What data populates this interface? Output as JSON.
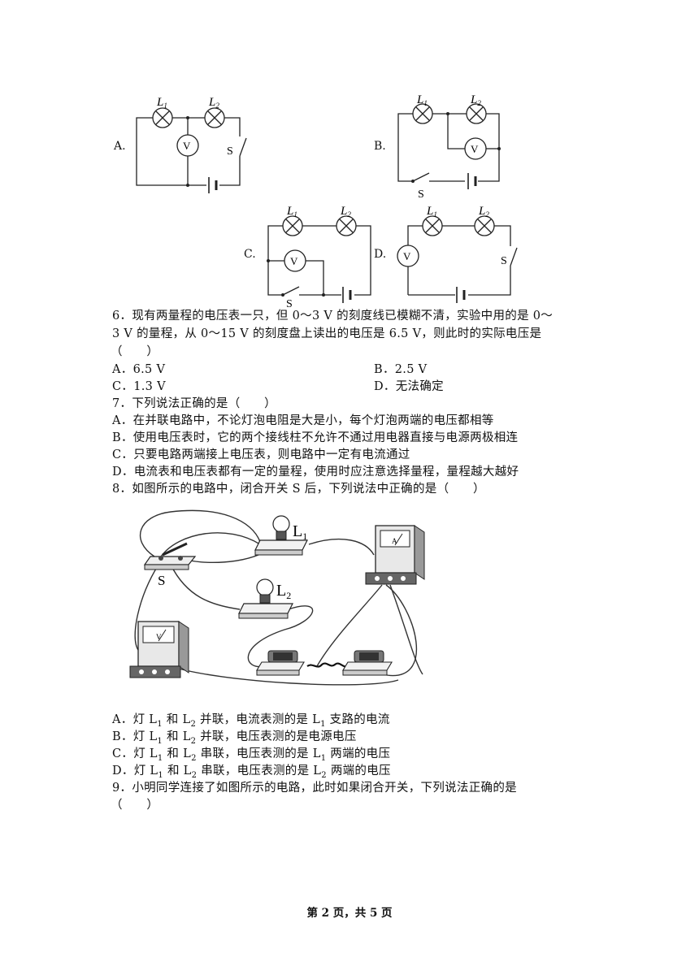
{
  "circuits": {
    "a": {
      "label": "A.",
      "l1": "L",
      "l1_sub": "1",
      "l2": "L",
      "l2_sub": "2",
      "meter": "V",
      "switch": "S"
    },
    "b": {
      "label": "B.",
      "l1": "L",
      "l1_sub": "1",
      "l2": "L",
      "l2_sub": "2",
      "meter": "V",
      "switch": "S"
    },
    "c": {
      "label": "C.",
      "l1": "L",
      "l1_sub": "1",
      "l2": "L",
      "l2_sub": "2",
      "meter": "V",
      "switch": "S"
    },
    "d": {
      "label": "D.",
      "l1": "L",
      "l1_sub": "1",
      "l2": "L",
      "l2_sub": "2",
      "meter": "V",
      "switch": "S"
    }
  },
  "q6": {
    "line1": "6．现有两量程的电压表一只，但 0～3 V 的刻度线已模糊不清，实验中用的是 0～",
    "line2": "3 V 的量程，从 0～15 V 的刻度盘上读出的电压是 6.5 V，则此时的实际电压是",
    "line3": "（　　）",
    "options": [
      "A．6.5 V",
      "B．2.5 V",
      "C．1.3 V",
      "D．无法确定"
    ]
  },
  "q7": {
    "stem": "7．下列说法正确的是（　　）",
    "options": [
      "A．在并联电路中，不论灯泡电阻是大是小，每个灯泡两端的电压都相等",
      "B．使用电压表时，它的两个接线柱不允许不通过用电器直接与电源两极相连",
      "C．只要电路两端接上电压表，则电路中一定有电流通过",
      "D．电流表和电压表都有一定的量程，使用时应注意选择量程，量程越大越好"
    ]
  },
  "q8": {
    "stem": "8．如图所示的电路中，闭合开关 S 后，下列说法中正确的是（　　）",
    "figure": {
      "l1": "L",
      "l1_sub": "1",
      "l2": "L",
      "l2_sub": "2",
      "switch": "S",
      "ammeter": "A",
      "voltmeter": "V"
    },
    "options": [
      {
        "a": "A．灯 L",
        "b": "1",
        "c": " 和 L",
        "d": "2",
        "e": " 并联，电流表测的是 L",
        "f": "1",
        "g": " 支路的电流"
      },
      {
        "a": "B．灯 L",
        "b": "1",
        "c": " 和 L",
        "d": "2",
        "e": " 并联，电压表测的是电源电压",
        "f": "",
        "g": ""
      },
      {
        "a": "C．灯 L",
        "b": "1",
        "c": " 和 L",
        "d": "2",
        "e": " 串联，电压表测的是 L",
        "f": "1",
        "g": " 两端的电压"
      },
      {
        "a": "D．灯 L",
        "b": "1",
        "c": " 和 L",
        "d": "2",
        "e": " 串联，电压表测的是 L",
        "f": "2",
        "g": " 两端的电压"
      }
    ]
  },
  "q9": {
    "line1": "9．小明同学连接了如图所示的电路，此时如果闭合开关，下列说法正确的是",
    "line2": "（　　）"
  },
  "footer": {
    "page": "第 2 页，共 5 页"
  }
}
